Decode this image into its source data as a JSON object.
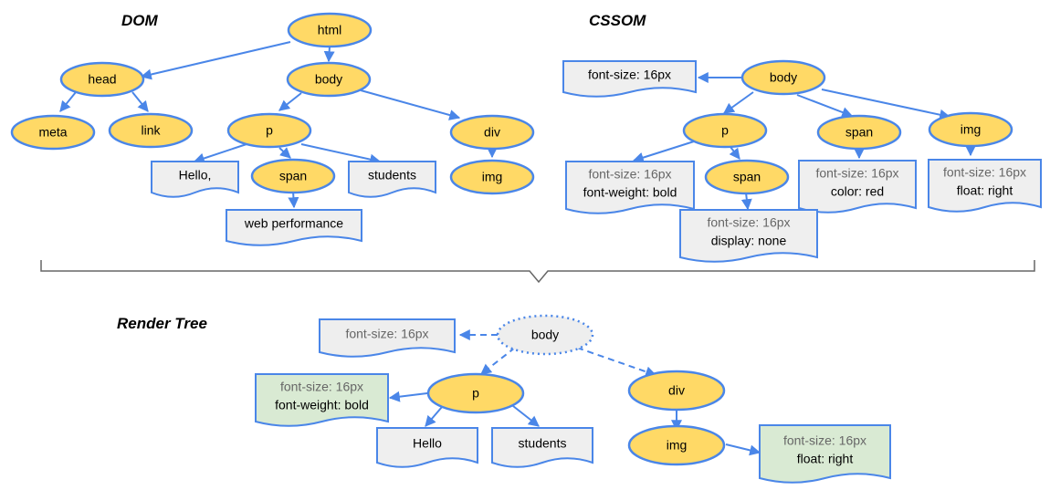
{
  "sections": {
    "dom": "DOM",
    "cssom": "CSSOM",
    "render_tree": "Render Tree"
  },
  "colors": {
    "node_fill": "#ffd966",
    "stroke": "#4a86e8",
    "doc_fill": "#efefef",
    "doc_fill_render": "#d9ead3",
    "muted_fill": "#eeeeee",
    "muted_text": "#666666"
  },
  "dom": {
    "html": "html",
    "head": "head",
    "body": "body",
    "meta": "meta",
    "link": "link",
    "p": "p",
    "div": "div",
    "img": "img",
    "span": "span",
    "hello": "Hello,",
    "students": "students",
    "web_performance": "web performance"
  },
  "cssom": {
    "body": "body",
    "body_style": "font-size: 16px",
    "p": "p",
    "span_a": "span",
    "img": "img",
    "span_b": "span",
    "p_style_1": "font-size: 16px",
    "p_style_2": "font-weight: bold",
    "span_a_style_1": "font-size: 16px",
    "span_a_style_2": "color: red",
    "img_style_1": "font-size: 16px",
    "img_style_2": "float: right",
    "span_b_style_1": "font-size: 16px",
    "span_b_style_2": "display: none"
  },
  "render": {
    "body": "body",
    "body_style": "font-size: 16px",
    "p": "p",
    "p_style_1": "font-size: 16px",
    "p_style_2": "font-weight: bold",
    "hello": "Hello",
    "students": "students",
    "div": "div",
    "img": "img",
    "img_style_1": "font-size: 16px",
    "img_style_2": "float: right"
  }
}
